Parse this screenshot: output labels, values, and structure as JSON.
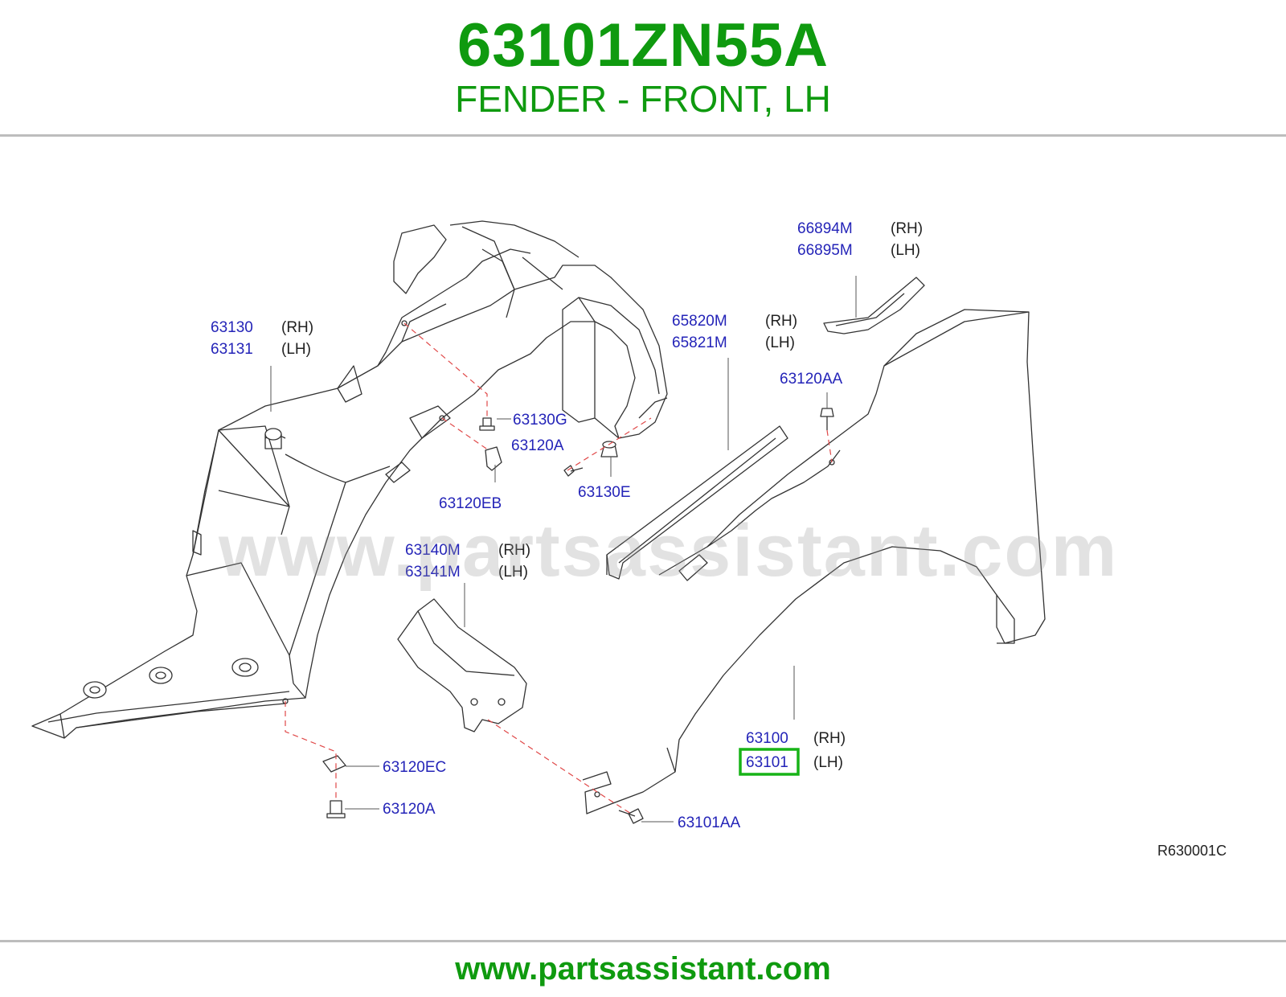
{
  "header": {
    "part_number": "63101ZN55A",
    "description": "FENDER - FRONT, LH"
  },
  "watermark": "www.partsassistant.com",
  "footer": {
    "url": "www.partsassistant.com"
  },
  "diagram": {
    "reference_code": "R630001C",
    "highlight_color": "#17b317",
    "labels": [
      {
        "id": "66894M",
        "side": "(RH)"
      },
      {
        "id": "66895M",
        "side": "(LH)"
      },
      {
        "id": "63130",
        "side": "(RH)"
      },
      {
        "id": "63131",
        "side": "(LH)"
      },
      {
        "id": "65820M",
        "side": "(RH)"
      },
      {
        "id": "65821M",
        "side": "(LH)"
      },
      {
        "id": "63120AA",
        "side": ""
      },
      {
        "id": "63130G",
        "side": ""
      },
      {
        "id": "63120A",
        "side": ""
      },
      {
        "id": "63130E",
        "side": ""
      },
      {
        "id": "63120EB",
        "side": ""
      },
      {
        "id": "63140M",
        "side": "(RH)"
      },
      {
        "id": "63141M",
        "side": "(LH)"
      },
      {
        "id": "63100",
        "side": "(RH)"
      },
      {
        "id": "63101",
        "side": "(LH)"
      },
      {
        "id": "63120EC",
        "side": ""
      },
      {
        "id": "63120A",
        "side": ""
      },
      {
        "id": "63101AA",
        "side": ""
      }
    ]
  }
}
